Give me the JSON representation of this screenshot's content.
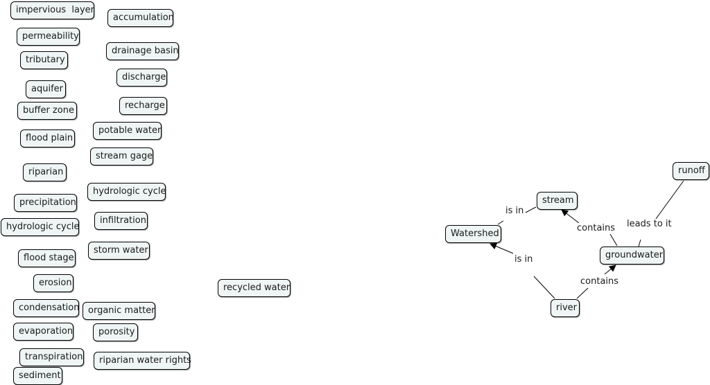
{
  "concept_map": {
    "loose_concepts": {
      "impervious_layer": "impervious  layer",
      "accumulation": "accumulation",
      "permeability": "permeability",
      "drainage_basin": "drainage basin",
      "tributary": "tributary",
      "discharge": "discharge",
      "aquifer": "aquifer",
      "recharge": "recharge",
      "buffer_zone": "buffer zone",
      "potable_water": "potable water",
      "flood_plain": "flood plain",
      "stream_gage": "stream gage",
      "riparian": "riparian",
      "hydrologic_cycle_a": "hydrologic cycle",
      "precipitation": "precipitation",
      "infiltration": "infiltration",
      "hydrologic_cycle_b": "hydrologic cycle",
      "storm_water": "storm water",
      "flood_stage": "flood stage",
      "erosion": "erosion",
      "recycled_water": "recycled water",
      "condensation": "condensation",
      "organic_matter": "organic matter",
      "evaporation": "evaporation",
      "porosity": "porosity",
      "transpiration": "transpiration",
      "riparian_water_rights": "riparian water rights",
      "sediment": "sediment"
    },
    "connected_concepts": {
      "runoff": "runoff",
      "stream": "stream",
      "watershed": "Watershed",
      "groundwater": "groundwater",
      "river": "river"
    },
    "link_labels": {
      "stream_is_in": "is in",
      "leads_to_it": "leads to it",
      "groundwater_contains": "contains",
      "river_is_in": "is in",
      "river_contains": "contains"
    },
    "colors": {
      "node_fill": "#eef5f4",
      "node_border": "#000000",
      "line": "#000000"
    }
  }
}
